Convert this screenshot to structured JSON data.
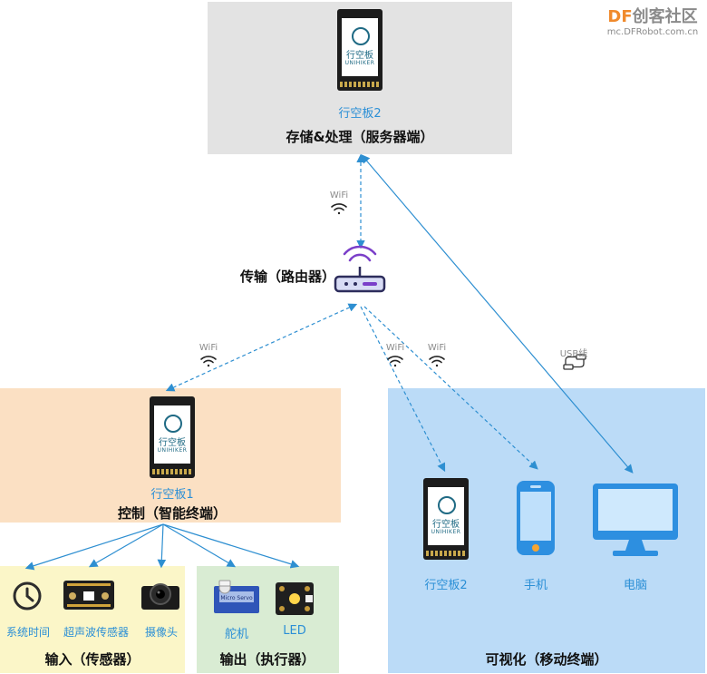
{
  "watermark": {
    "brand_df": "DF",
    "brand_cn": "创客社区",
    "url": "mc.DFRobot.com.cn"
  },
  "server": {
    "device": "行空板2",
    "title": "存储&处理（服务器端）"
  },
  "router": {
    "title": "传输（路由器）"
  },
  "control": {
    "device": "行空板1",
    "title": "控制（智能终端）"
  },
  "input": {
    "title": "输入（传感器）",
    "items": [
      "系统时间",
      "超声波传感器",
      "摄像头"
    ]
  },
  "output": {
    "title": "输出（执行器）",
    "items": [
      "舵机",
      "LED"
    ]
  },
  "visual": {
    "title": "可视化（移动终端）",
    "items": [
      "行空板2",
      "手机",
      "电脑"
    ]
  },
  "links": {
    "wifi": "WiFi",
    "usb": "USB线"
  },
  "board_logo_text": {
    "cn": "行空板",
    "en": "UNIHIKER"
  },
  "servo_text": "Micro Servo",
  "colors": {
    "server_bg": "#e3e3e3",
    "control_bg": "#fbe0c3",
    "input_bg": "#fbf6c8",
    "output_bg": "#d9ecd3",
    "visual_bg": "#bbdbf7",
    "link": "#2e8fd1",
    "accent_text": "#2b8fd6"
  }
}
